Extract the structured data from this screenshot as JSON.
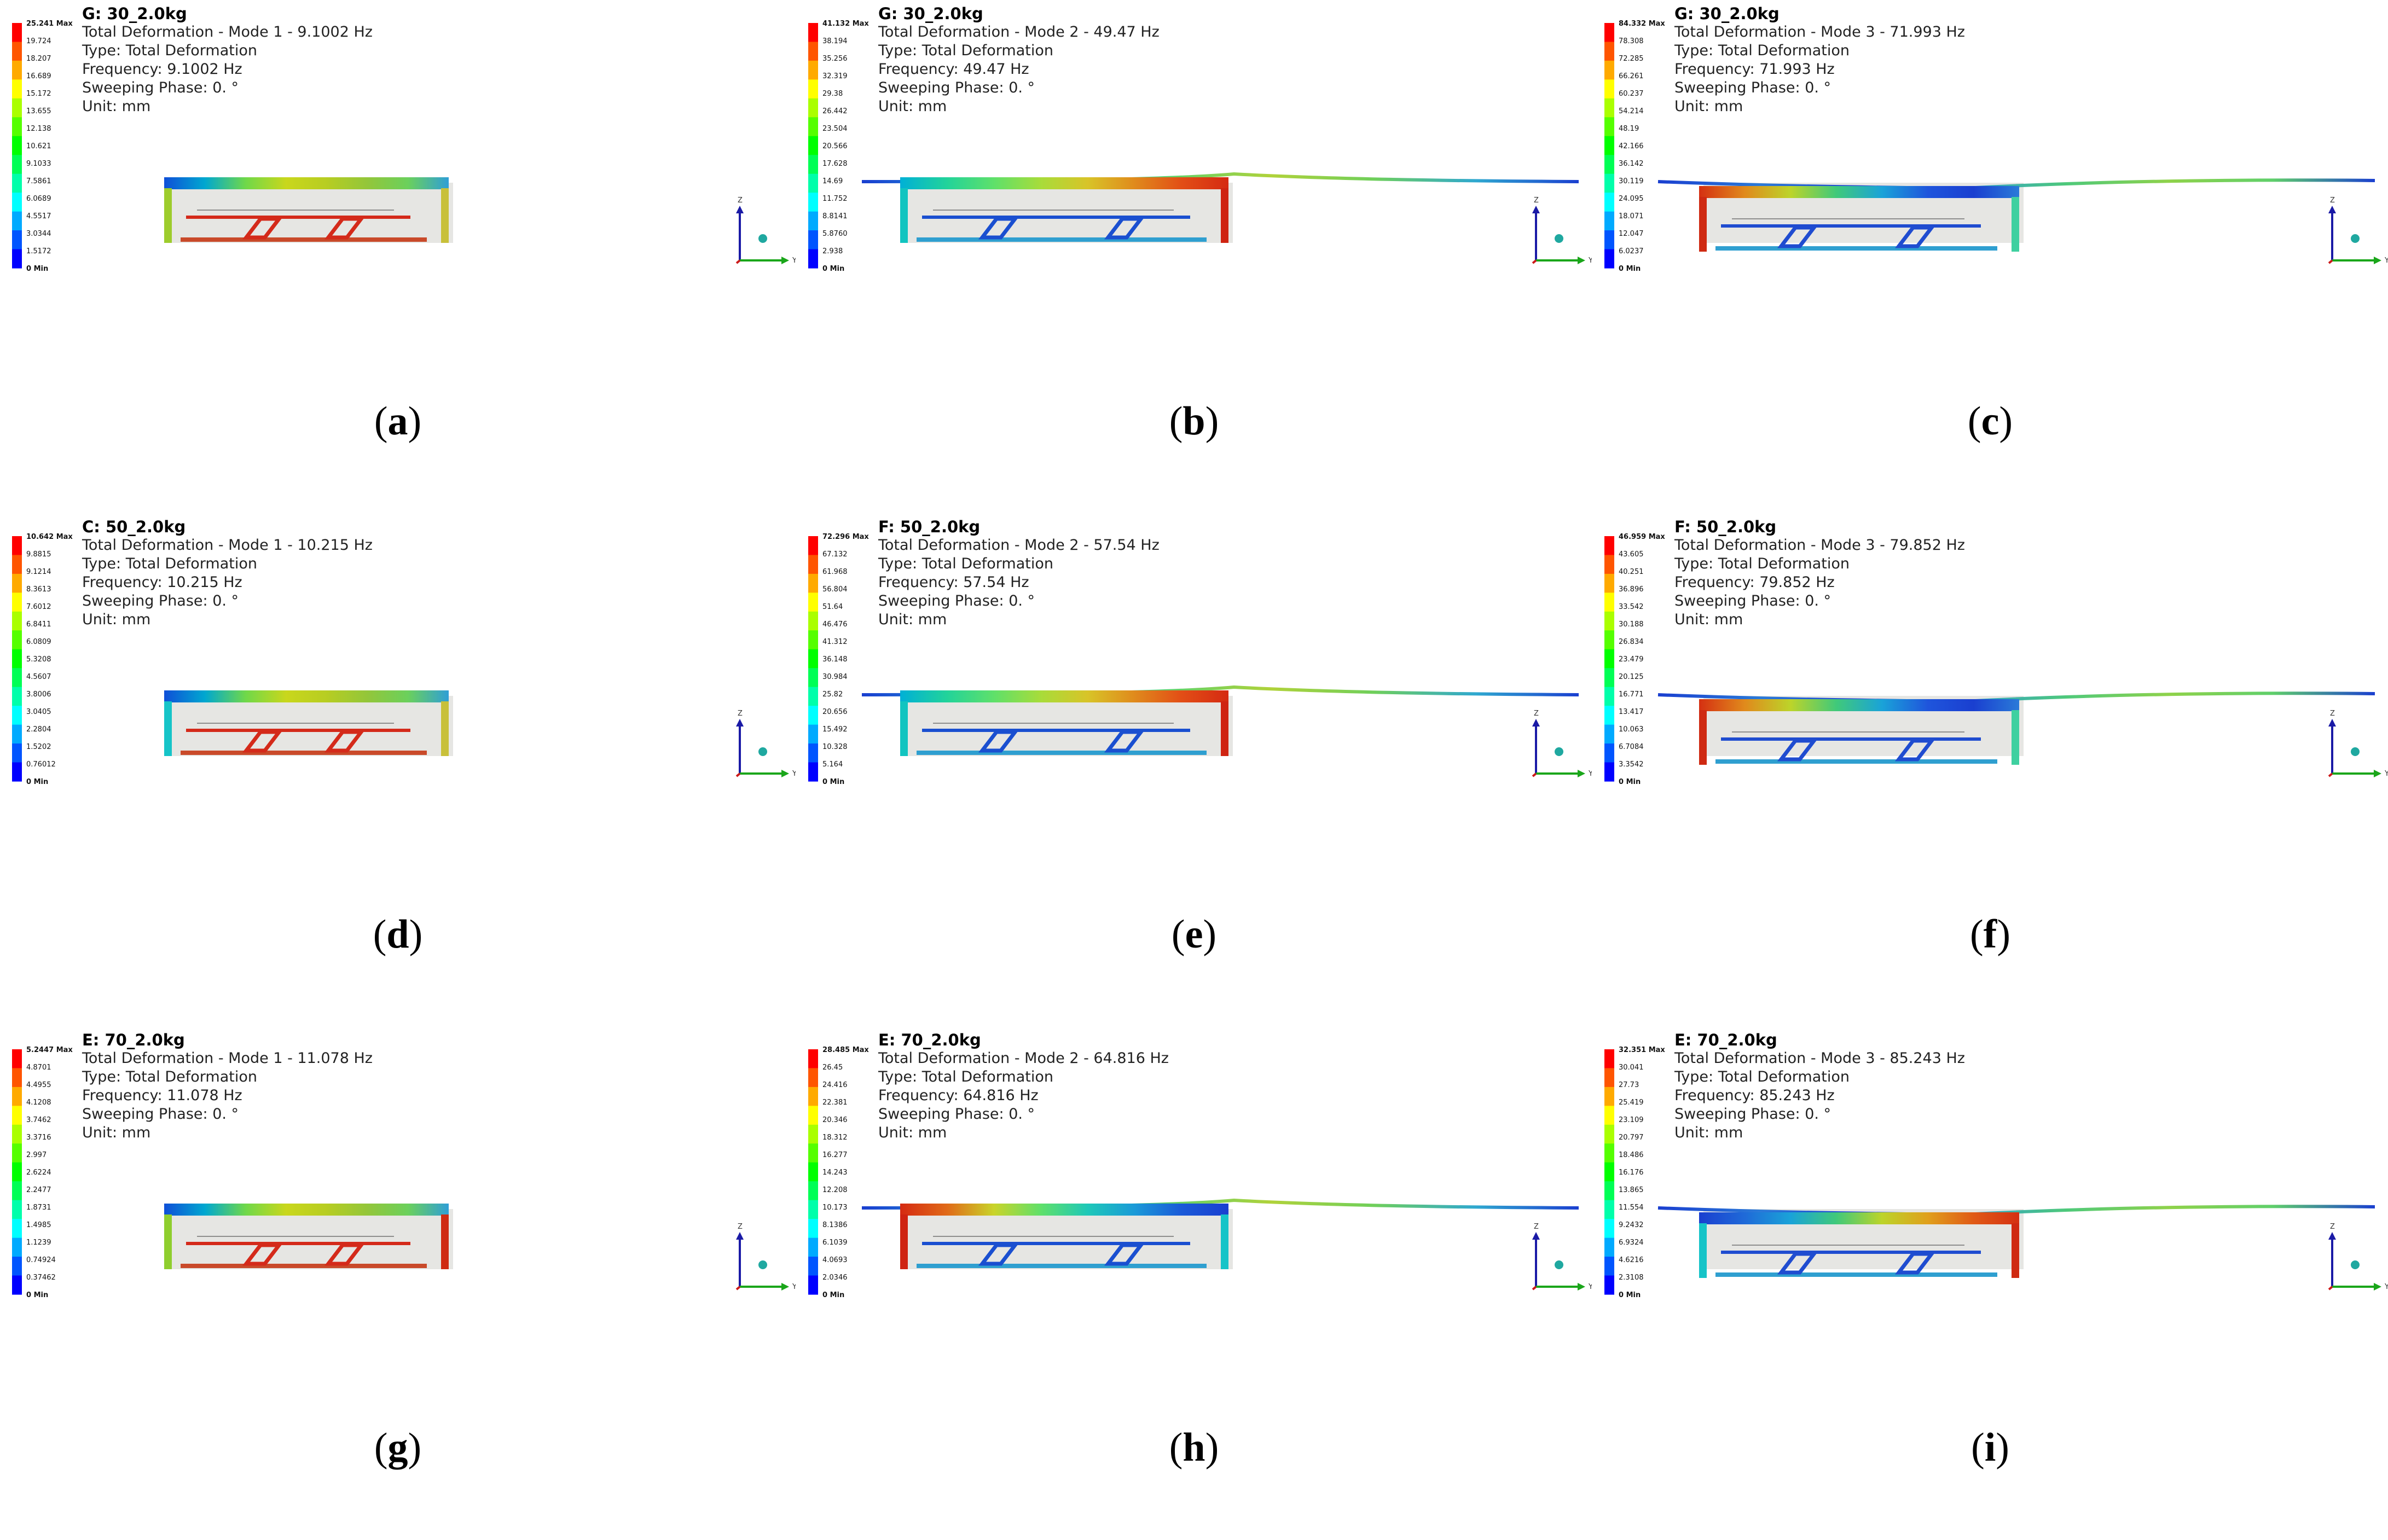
{
  "colors": {
    "scale": [
      "#0000ff",
      "#0055ff",
      "#00aaff",
      "#00ffff",
      "#00ffaa",
      "#00ff55",
      "#00ff00",
      "#55ff00",
      "#aaff00",
      "#ffff00",
      "#ffaa00",
      "#ff5500",
      "#ff0000"
    ],
    "frame_grey": "#c8c8c0",
    "axis_z": "#1a1aa6",
    "axis_y": "#1aa61a",
    "axis_x": "#cc1a1a"
  },
  "axes_labels": {
    "z": "Z",
    "y": "Y"
  },
  "panels": [
    {
      "id": "a",
      "caption": "a",
      "title": "G: 30_2.0kg",
      "lines": [
        "Total Deformation - Mode 1 - 9.1002 Hz",
        "Type: Total Deformation",
        "Frequency: 9.1002 Hz",
        "Sweeping Phase: 0. °",
        "Unit: mm"
      ],
      "legend_ticks": [
        "25.241 Max",
        "19.724",
        "18.207",
        "16.689",
        "15.172",
        "13.655",
        "12.138",
        "10.621",
        "9.1033",
        "7.5861",
        "6.0689",
        "4.5517",
        "3.0344",
        "1.5172",
        "0 Min"
      ],
      "mode": 1,
      "deck_colors": [
        "#0f4fd8",
        "#00a7d0",
        "#6fd84a",
        "#c9d71c",
        "#b7cd22",
        "#93c63a",
        "#6bd05c",
        "#2f9fd6"
      ],
      "frame_color": "#c9d71c",
      "leg_left": "#9dcc2c",
      "leg_right": "#c8c03a",
      "inner_color": "#d42a1a"
    },
    {
      "id": "b",
      "caption": "b",
      "title": "G: 30_2.0kg",
      "lines": [
        "Total Deformation - Mode 2 - 49.47 Hz",
        "Type: Total Deformation",
        "Frequency: 49.47 Hz",
        "Sweeping Phase: 0. °",
        "Unit: mm"
      ],
      "legend_ticks": [
        "41.132 Max",
        "38.194",
        "35.256",
        "32.319",
        "29.38",
        "26.442",
        "23.504",
        "20.566",
        "17.628",
        "14.69",
        "11.752",
        "8.8141",
        "5.8760",
        "2.938",
        "0 Min"
      ],
      "mode": 2,
      "deck_colors": [
        "#00b0d6",
        "#22d39a",
        "#5fe06a",
        "#a8dc3a",
        "#d8c428",
        "#e08a1c",
        "#e24e16",
        "#d52a12"
      ],
      "frame_color": "#d4a01c",
      "leg_left": "#12c4c0",
      "leg_right": "#cf2412",
      "inner_color": "#1a4fd0"
    },
    {
      "id": "c",
      "caption": "c",
      "title": "G: 30_2.0kg",
      "lines": [
        "Total Deformation - Mode 3 - 71.993 Hz",
        "Type: Total Deformation",
        "Frequency: 71.993 Hz",
        "Sweeping Phase: 0. °",
        "Unit: mm"
      ],
      "legend_ticks": [
        "84.332 Max",
        "78.308",
        "72.285",
        "66.261",
        "60.237",
        "54.214",
        "48.19",
        "42.166",
        "36.142",
        "30.119",
        "24.095",
        "18.071",
        "12.047",
        "6.0237",
        "0 Min"
      ],
      "mode": 3,
      "deck_colors": [
        "#d53012",
        "#e08a1c",
        "#bcd42a",
        "#40c97a",
        "#1aa3d8",
        "#1f55dc",
        "#1a3fd0",
        "#2a7ad8"
      ],
      "frame_color": "#d54014",
      "leg_left": "#cf2a12",
      "leg_right": "#3fd0a0",
      "inner_color": "#1f4cd0"
    },
    {
      "id": "d",
      "caption": "d",
      "title": "C: 50_2.0kg",
      "lines": [
        "Total Deformation - Mode 1 - 10.215 Hz",
        "Type: Total Deformation",
        "Frequency: 10.215 Hz",
        "Sweeping Phase: 0. °",
        "Unit: mm"
      ],
      "legend_ticks": [
        "10.642 Max",
        "9.8815",
        "9.1214",
        "8.3613",
        "7.6012",
        "6.8411",
        "6.0809",
        "5.3208",
        "4.5607",
        "3.8006",
        "3.0405",
        "2.2804",
        "1.5202",
        "0.76012",
        "0 Min"
      ],
      "mode": 1,
      "deck_colors": [
        "#0f4fd8",
        "#00a7d0",
        "#6fd84a",
        "#c9d71c",
        "#b7cd22",
        "#93c63a",
        "#6bd05c",
        "#2f9fd6"
      ],
      "frame_color": "#c9d71c",
      "leg_left": "#16c4c8",
      "leg_right": "#c8c03a",
      "inner_color": "#d42a1a"
    },
    {
      "id": "e",
      "caption": "e",
      "title": "F: 50_2.0kg",
      "lines": [
        "Total Deformation - Mode 2 - 57.54 Hz",
        "Type: Total Deformation",
        "Frequency: 57.54 Hz",
        "Sweeping Phase: 0. °",
        "Unit: mm"
      ],
      "legend_ticks": [
        "72.296 Max",
        "67.132",
        "61.968",
        "56.804",
        "51.64",
        "46.476",
        "41.312",
        "36.148",
        "30.984",
        "25.82",
        "20.656",
        "15.492",
        "10.328",
        "5.164",
        "0 Min"
      ],
      "mode": 2,
      "deck_colors": [
        "#00b0d6",
        "#22d39a",
        "#5fe06a",
        "#a8dc3a",
        "#d8c428",
        "#e08a1c",
        "#e24e16",
        "#d52a12"
      ],
      "frame_color": "#d4a01c",
      "leg_left": "#12c4c0",
      "leg_right": "#cf2412",
      "inner_color": "#1a4fd0"
    },
    {
      "id": "f",
      "caption": "f",
      "title": "F: 50_2.0kg",
      "lines": [
        "Total Deformation - Mode 3 - 79.852 Hz",
        "Type: Total Deformation",
        "Frequency: 79.852 Hz",
        "Sweeping Phase: 0. °",
        "Unit: mm"
      ],
      "legend_ticks": [
        "46.959 Max",
        "43.605",
        "40.251",
        "36.896",
        "33.542",
        "30.188",
        "26.834",
        "23.479",
        "20.125",
        "16.771",
        "13.417",
        "10.063",
        "6.7084",
        "3.3542",
        "0 Min"
      ],
      "mode": 3,
      "deck_colors": [
        "#d53012",
        "#e08a1c",
        "#bcd42a",
        "#40c97a",
        "#1aa3d8",
        "#1f55dc",
        "#1a3fd0",
        "#2a7ad8"
      ],
      "frame_color": "#d54014",
      "leg_left": "#cf2a12",
      "leg_right": "#3fd0a0",
      "inner_color": "#1f4cd0"
    },
    {
      "id": "g",
      "caption": "g",
      "title": "E: 70_2.0kg",
      "lines": [
        "Total Deformation - Mode 1 - 11.078 Hz",
        "Type: Total Deformation",
        "Frequency: 11.078 Hz",
        "Sweeping Phase: 0. °",
        "Unit: mm"
      ],
      "legend_ticks": [
        "5.2447 Max",
        "4.8701",
        "4.4955",
        "4.1208",
        "3.7462",
        "3.3716",
        "2.997",
        "2.6224",
        "2.2477",
        "1.8731",
        "1.4985",
        "1.1239",
        "0.74924",
        "0.37462",
        "0 Min"
      ],
      "mode": 1,
      "deck_colors": [
        "#0f4fd8",
        "#00a7d0",
        "#6fd84a",
        "#c9d71c",
        "#b7cd22",
        "#93c63a",
        "#6bd05c",
        "#2f9fd6"
      ],
      "frame_color": "#c9d71c",
      "leg_left": "#8fce2e",
      "leg_right": "#cf2a12",
      "inner_color": "#d42a1a"
    },
    {
      "id": "h",
      "caption": "h",
      "title": "E: 70_2.0kg",
      "lines": [
        "Total Deformation - Mode 2 - 64.816 Hz",
        "Type: Total Deformation",
        "Frequency: 64.816 Hz",
        "Sweeping Phase: 0. °",
        "Unit: mm"
      ],
      "legend_ticks": [
        "28.485 Max",
        "26.45",
        "24.416",
        "22.381",
        "20.346",
        "18.312",
        "16.277",
        "14.243",
        "12.208",
        "10.173",
        "8.1386",
        "6.1039",
        "4.0693",
        "2.0346",
        "0 Min"
      ],
      "mode": 2,
      "deck_colors": [
        "#d52a12",
        "#e06a18",
        "#c9d42a",
        "#5fe06a",
        "#1ec8b8",
        "#1a9ad8",
        "#1a5ad8",
        "#1a3fd0"
      ],
      "frame_color": "#d43a14",
      "leg_left": "#cf2412",
      "leg_right": "#16c4c8",
      "inner_color": "#1a4fd0"
    },
    {
      "id": "i",
      "caption": "i",
      "title": "E: 70_2.0kg",
      "lines": [
        "Total Deformation - Mode 3 - 85.243 Hz",
        "Type: Total Deformation",
        "Frequency: 85.243 Hz",
        "Sweeping Phase: 0. °",
        "Unit: mm"
      ],
      "legend_ticks": [
        "32.351 Max",
        "30.041",
        "27.73",
        "25.419",
        "23.109",
        "20.797",
        "18.486",
        "16.176",
        "13.865",
        "11.554",
        "9.2432",
        "6.9324",
        "4.6216",
        "2.3108",
        "0 Min"
      ],
      "mode": 3,
      "deck_colors": [
        "#1a3fd0",
        "#1f6ad8",
        "#1aa3d8",
        "#40c97a",
        "#bcd42a",
        "#e0a01c",
        "#e05a16",
        "#d53012"
      ],
      "frame_color": "#d54014",
      "leg_left": "#16c4c8",
      "leg_right": "#cf2a12",
      "inner_color": "#1f4cd0"
    }
  ]
}
